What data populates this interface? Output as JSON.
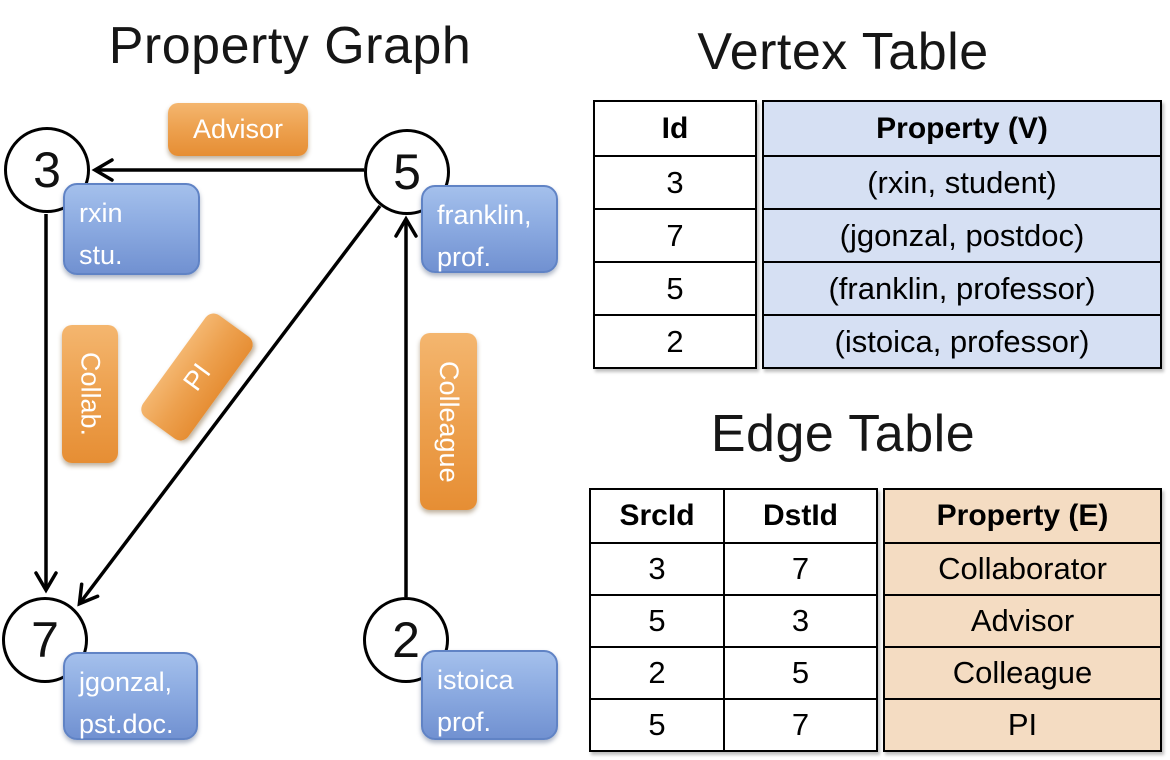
{
  "graph": {
    "title": "Property Graph",
    "vertices": [
      {
        "id": "3",
        "line1": "rxin",
        "line2": "stu."
      },
      {
        "id": "5",
        "line1": "franklin,",
        "line2": "prof."
      },
      {
        "id": "7",
        "line1": "jgonzal,",
        "line2": "pst.doc."
      },
      {
        "id": "2",
        "line1": "istoica",
        "line2": "prof."
      }
    ],
    "edges": [
      {
        "label": "Advisor",
        "from": "5",
        "to": "3"
      },
      {
        "label": "Collab.",
        "from": "3",
        "to": "7"
      },
      {
        "label": "PI",
        "from": "5",
        "to": "7"
      },
      {
        "label": "Colleague",
        "from": "2",
        "to": "5"
      }
    ]
  },
  "vertex_table": {
    "title": "Vertex Table",
    "columns": [
      "Id",
      "Property (V)"
    ],
    "rows": [
      [
        "3",
        "(rxin, student)"
      ],
      [
        "7",
        "(jgonzal, postdoc)"
      ],
      [
        "5",
        "(franklin, professor)"
      ],
      [
        "2",
        "(istoica, professor)"
      ]
    ]
  },
  "edge_table": {
    "title": "Edge Table",
    "columns": [
      "SrcId",
      "DstId",
      "Property (E)"
    ],
    "rows": [
      [
        "3",
        "7",
        "Collaborator"
      ],
      [
        "5",
        "3",
        "Advisor"
      ],
      [
        "2",
        "5",
        "Colleague"
      ],
      [
        "5",
        "7",
        "PI"
      ]
    ]
  },
  "colors": {
    "edge_label_orange": "#EDA14F",
    "vertex_property_blue": "#8AA9E0",
    "vertex_table_cell_bg": "#D6E0F3",
    "edge_table_cell_bg": "#F4DCC2",
    "line_color": "#000000"
  }
}
